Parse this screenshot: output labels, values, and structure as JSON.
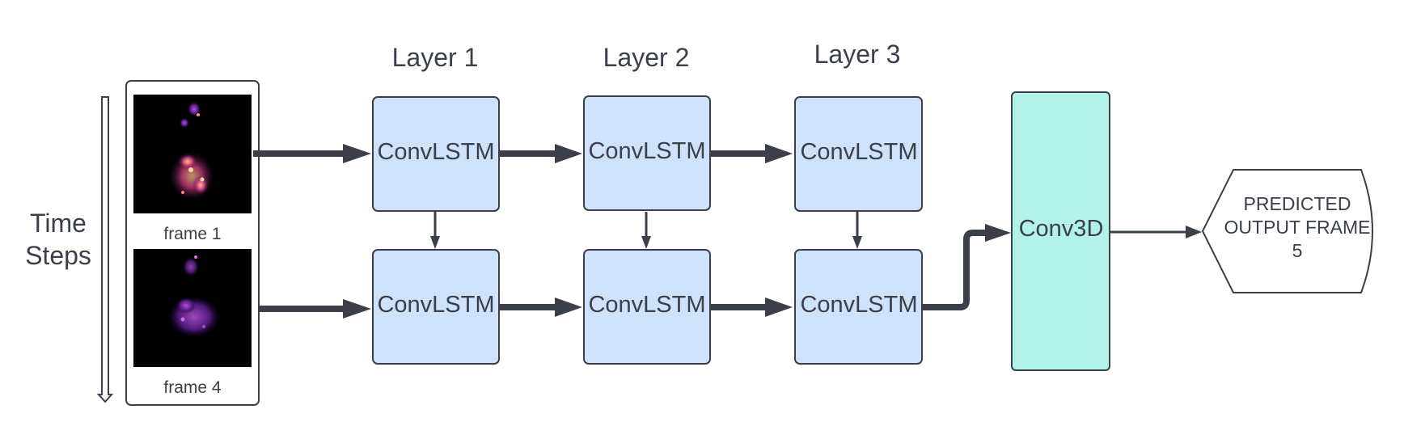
{
  "time_axis": {
    "line1": "Time",
    "line2": "Steps"
  },
  "layers": [
    {
      "title": "Layer 1"
    },
    {
      "title": "Layer 2"
    },
    {
      "title": "Layer 3"
    }
  ],
  "frames": [
    {
      "caption": "frame 1"
    },
    {
      "caption": "frame 4"
    }
  ],
  "convlstm_label": "ConvLSTM",
  "conv3d_label": "Conv3D",
  "output": {
    "line1": "PREDICTED",
    "line2": "OUTPUT FRAME",
    "line3": "5"
  },
  "colors": {
    "convlstm_fill": "#cfe2fb",
    "conv3d_fill": "#b3f2e8",
    "stroke": "#3a3f4a",
    "frame_bg": "#000000"
  }
}
